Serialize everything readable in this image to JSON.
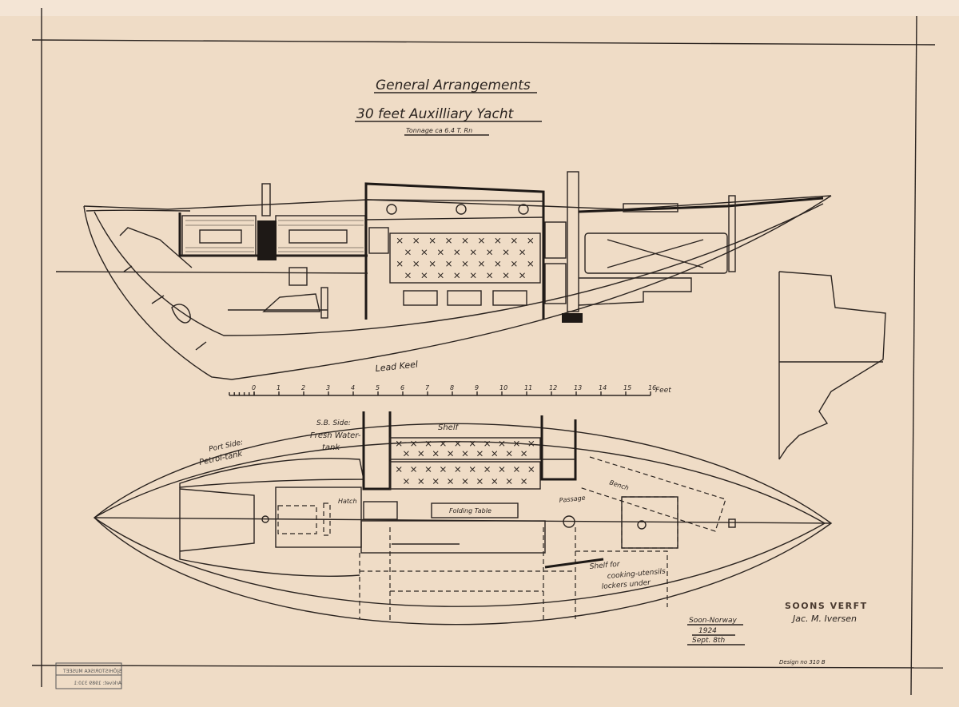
{
  "title": {
    "main": "General Arrangements",
    "sub": "30 feet Auxilliary Yacht",
    "tonnage": "Tonnage ca 6.4 T. Rn"
  },
  "labels": {
    "lead_keel": "Lead Keel",
    "port_side": "Port Side:",
    "petrol_tank": "Petrol-tank",
    "sb_side": "S.B. Side:",
    "fresh_water": "Fresh Water-",
    "tank": "tank",
    "shelf": "Shelf",
    "hatch": "Hatch",
    "folding_table": "Folding Table",
    "passage": "Passage",
    "bench": "Bench",
    "shelf_for": "Shelf for",
    "cooking": "cooking-utensils",
    "lockers": "lockers under"
  },
  "scale": {
    "ticks": [
      "0",
      "1",
      "2",
      "3",
      "4",
      "5",
      "6",
      "7",
      "8",
      "9",
      "10",
      "11",
      "12",
      "13",
      "14",
      "15",
      "16"
    ],
    "unit": "Feet"
  },
  "title_block": {
    "yard": "SOONS VERFT",
    "signature": "Jac. M. Iversen",
    "place": "Soon-Norway",
    "year": "1924",
    "date": "Sept. 8th",
    "design": "Design no 310 B"
  },
  "stamp": {
    "museum": "SJÖHISTORISKA MUSEET",
    "archive": "Arkivet: 1989 310:1"
  },
  "colors": {
    "paper": "#efdcc6",
    "ink": "#2b2420"
  }
}
